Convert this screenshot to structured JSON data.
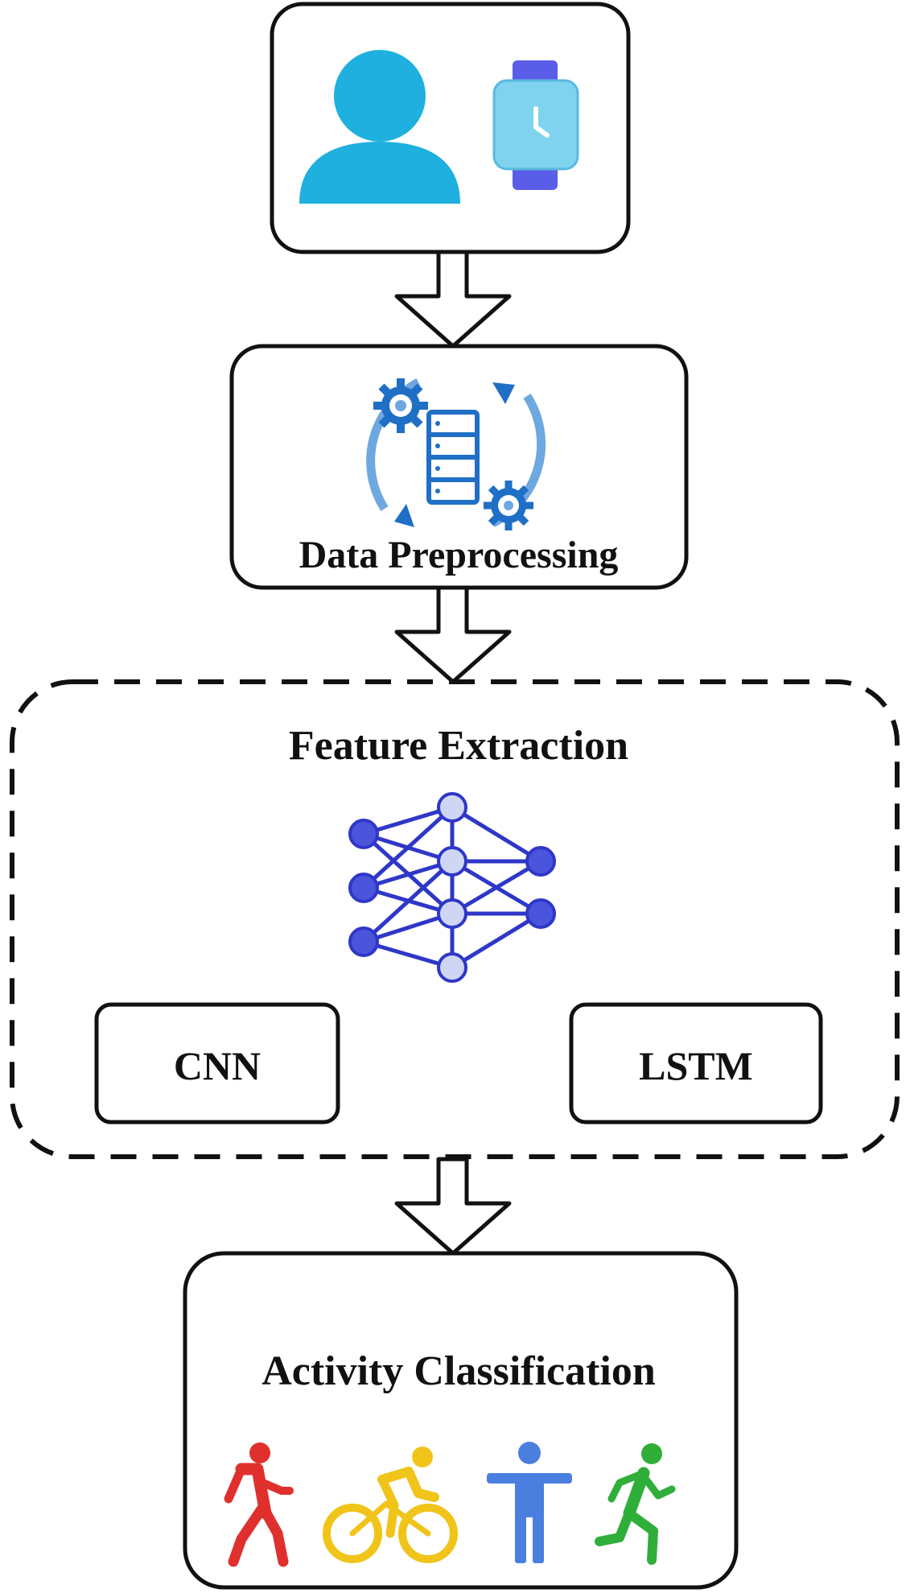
{
  "diagram": {
    "steps": {
      "preprocessing": {
        "label": "Data Preprocessing"
      },
      "feature_extraction": {
        "label": "Feature Extraction",
        "models": [
          "CNN",
          "LSTM"
        ]
      },
      "classification": {
        "label": "Activity Classification"
      }
    },
    "colors": {
      "person": "#1fb0df",
      "watch_band": "#5a5de8",
      "watch_face": "#7fd3ee",
      "gear_icon": "#1f6fc6",
      "network_node": "#4b55dc",
      "network_line": "#2e37c8",
      "walk_icon": "#e0302e",
      "bike_icon": "#f0c419",
      "stand_icon": "#4a7fe0",
      "run_icon": "#2fae3a"
    },
    "icons": {
      "input": [
        "person-icon",
        "smartwatch-icon"
      ],
      "preprocessing": "data-processing-icon",
      "feature_extraction": "neural-network-icon",
      "activities": [
        "walking-icon",
        "cycling-icon",
        "standing-icon",
        "running-icon"
      ]
    }
  }
}
